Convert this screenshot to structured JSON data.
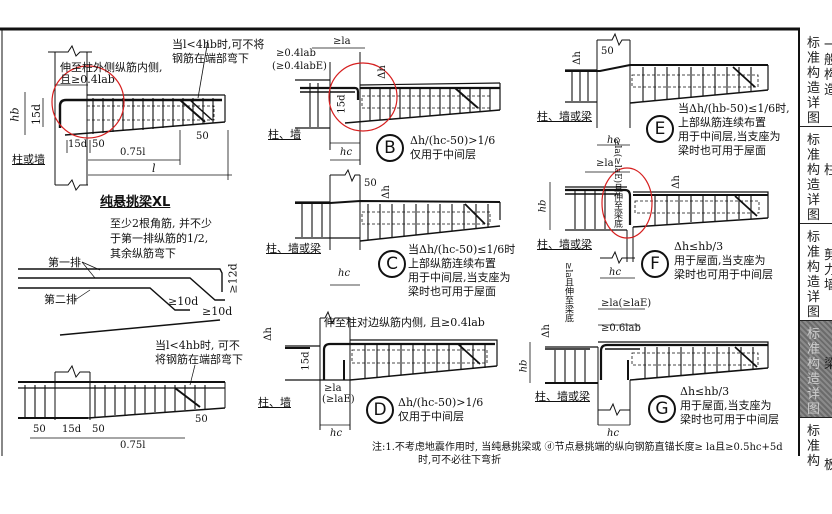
{
  "page": {
    "header_rule": true,
    "circled_regions_color": "#d62020"
  },
  "panel_a": {
    "note_extend": "伸至柱外侧纵筋内侧,",
    "note_extend2": "且≥0.4lab",
    "note_bend": "当l<4hb时,可不将",
    "note_bend2": "钢筋在端部弯下",
    "dim_hb": "hb",
    "dim_15d": "15d",
    "dim_15d_bottom": "15d",
    "dim_50a": "50",
    "dim_50b": "50",
    "dim_075l": "0.75l",
    "dim_l": "l",
    "support_label": "柱或墙"
  },
  "xl_section": {
    "title": "纯悬挑梁XL",
    "note1": "至少2根角筋, 并不少",
    "note2": "于第一排纵筋的1/2,",
    "note3": "其余纵筋弯下",
    "row1_label": "第一排",
    "row2_label": "第二排",
    "dim_12d": "≥12d",
    "dim_10d_a": "≥10d",
    "dim_10d_b": "≥10d"
  },
  "panel_bottom_left": {
    "note1": "当l<4hb时, 可不",
    "note2": "将钢筋在端部弯下",
    "dim_50a": "50",
    "dim_15d": "15d",
    "dim_50b": "50",
    "dim_50c": "50",
    "dim_075l": "0.75l"
  },
  "panel_b": {
    "letter": "B",
    "dim_la": "≥la",
    "dim_04lab": "≥0.4lab",
    "dim_04labe": "(≥0.4labE)",
    "dim_15d": "15d",
    "dim_delta": "Δh",
    "dim_hc": "hc",
    "support_label": "柱、墙",
    "cond": "Δh/(hc-50)>1/6",
    "usage": "仅用于中间层"
  },
  "panel_c": {
    "letter": "C",
    "dim_50": "50",
    "dim_delta": "Δh",
    "dim_hc": "hc",
    "support_label": "柱、墙或梁",
    "cond": "当Δh/(hc-50)≤1/6时",
    "line2": "上部纵筋连续布置",
    "line3": "用于中间层,当支座为",
    "line4": "梁时也可用于屋面"
  },
  "panel_d": {
    "letter": "D",
    "note": "伸至柱对边纵筋内侧, 且≥0.4lab",
    "dim_delta": "Δh",
    "dim_15d": "15d",
    "dim_la": "≥la",
    "dim_lae": "(≥laE)",
    "dim_hc": "hc",
    "support_label": "柱、墙",
    "cond": "Δh/(hc-50)>1/6",
    "usage": "仅用于中间层"
  },
  "panel_e": {
    "letter": "E",
    "dim_delta": "Δh",
    "dim_50": "50",
    "dim_hc": "hc",
    "support_label": "柱、墙或梁",
    "cond": "当Δh/(hb-50)≤1/6时,",
    "line2": "上部纵筋连续布置",
    "line3": "用于中间层,当支座为",
    "line4": "梁时也可用于屋面"
  },
  "panel_f": {
    "letter": "F",
    "dim_la": "≥la",
    "dim_vertical": "≥la(≥laE)且伸至梁底",
    "dim_delta": "Δh",
    "dim_hb": "hb",
    "dim_hc": "hc",
    "support_label": "柱、墙或梁",
    "cond": "Δh≤hb/3",
    "line2": "用于屋面,当支座为",
    "line3": "梁时也可用于中间层"
  },
  "panel_g": {
    "letter": "G",
    "dim_la": "≥la(≥laE)",
    "dim_06lab": "≥0.6lab",
    "dim_vertical": "≥la且伸至梁底",
    "dim_delta": "Δh",
    "dim_hb": "hb",
    "dim_hc": "hc",
    "support_label": "柱、墙或梁",
    "cond": "Δh≤hb/3",
    "line2": "用于屋面,当支座为",
    "line3": "梁时也可用于中间层"
  },
  "footnote": {
    "line1": "注:1.不考虑地震作用时, 当纯悬挑梁或 ⓓ节点悬挑端的纵向钢筋直锚长度≥ la且≥0.5hc+5d",
    "line2": "时,可不必往下弯折"
  },
  "sidebar": {
    "items": [
      {
        "label": "标准构造详图",
        "sub": "一般构造",
        "selected": false
      },
      {
        "label": "标准构造详图",
        "sub": "柱",
        "selected": false
      },
      {
        "label": "标准构造详图",
        "sub": "剪力墙",
        "selected": false
      },
      {
        "label": "标准构造详图",
        "sub": "梁",
        "selected": true
      },
      {
        "label": "标准构",
        "sub": "板",
        "selected": false
      }
    ]
  }
}
